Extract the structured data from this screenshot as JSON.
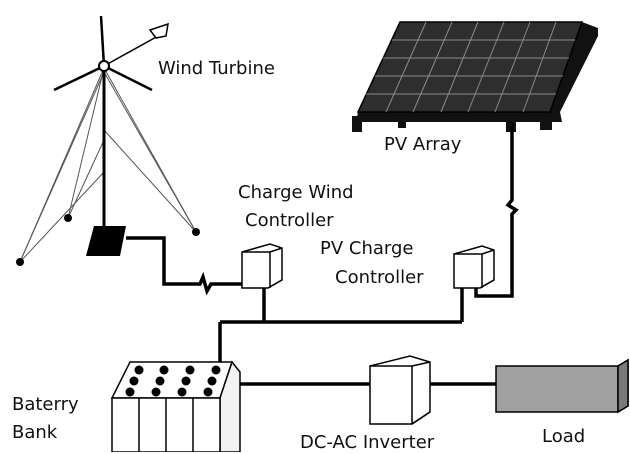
{
  "labels": {
    "wind_turbine": "Wind Turbine",
    "pv_array": "PV Array",
    "charge_wind_controller": [
      "Charge Wind",
      "Controller"
    ],
    "pv_charge_controller": [
      "PV Charge",
      "Controller"
    ],
    "battery_bank": [
      "Baterry",
      "Bank"
    ],
    "inverter": "DC-AC Inverter",
    "load": "Load"
  },
  "colors": {
    "wire": "#000000",
    "panel": "#2e2e2e",
    "panel_grid": "#8a8a8a",
    "load": "#a0a0a0",
    "box": "#ffffff"
  }
}
